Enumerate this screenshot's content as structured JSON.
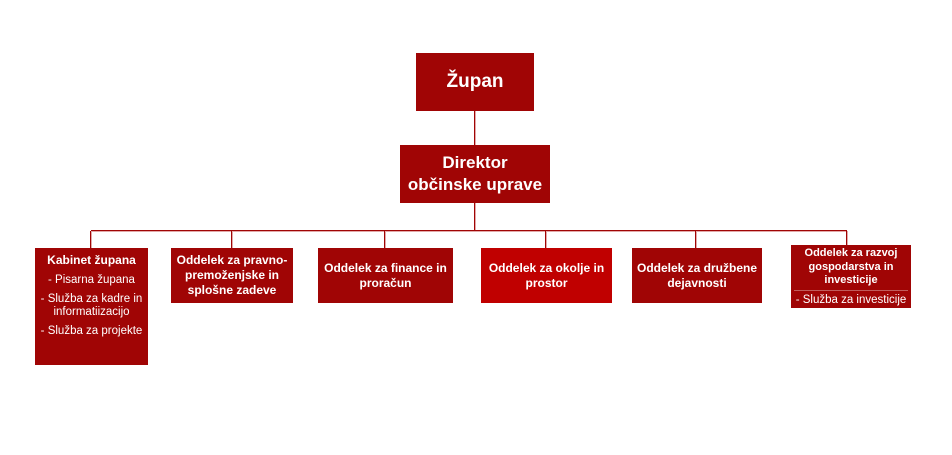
{
  "colors": {
    "page_background": "#ffffff",
    "box_dark": "#a00505",
    "box_bright": "#c00000",
    "text_light": "#ffffff",
    "connector_dark": "#a00505",
    "connector_light": "#e2a9a9",
    "divider": "rgba(255,255,255,0.35)"
  },
  "org_chart": {
    "root": {
      "title": "Župan"
    },
    "director": {
      "title": "Direktor občinske uprave"
    },
    "departments": [
      {
        "title": "Kabinet župana",
        "sub_items": [
          "- Pisarna župana",
          "- Služba za kadre in informatiizacijo",
          "- Služba za projekte"
        ]
      },
      {
        "title": "Oddelek za pravno-premoženjske in splošne zadeve"
      },
      {
        "title": "Oddelek za finance in proračun"
      },
      {
        "title": "Oddelek za okolje in prostor",
        "highlighted": true
      },
      {
        "title": "Oddelek za družbene dejavnosti"
      },
      {
        "title": "Oddelek za razvoj gospodarstva in investicije",
        "sub_items": [
          "- Služba za investicije"
        ]
      }
    ]
  }
}
